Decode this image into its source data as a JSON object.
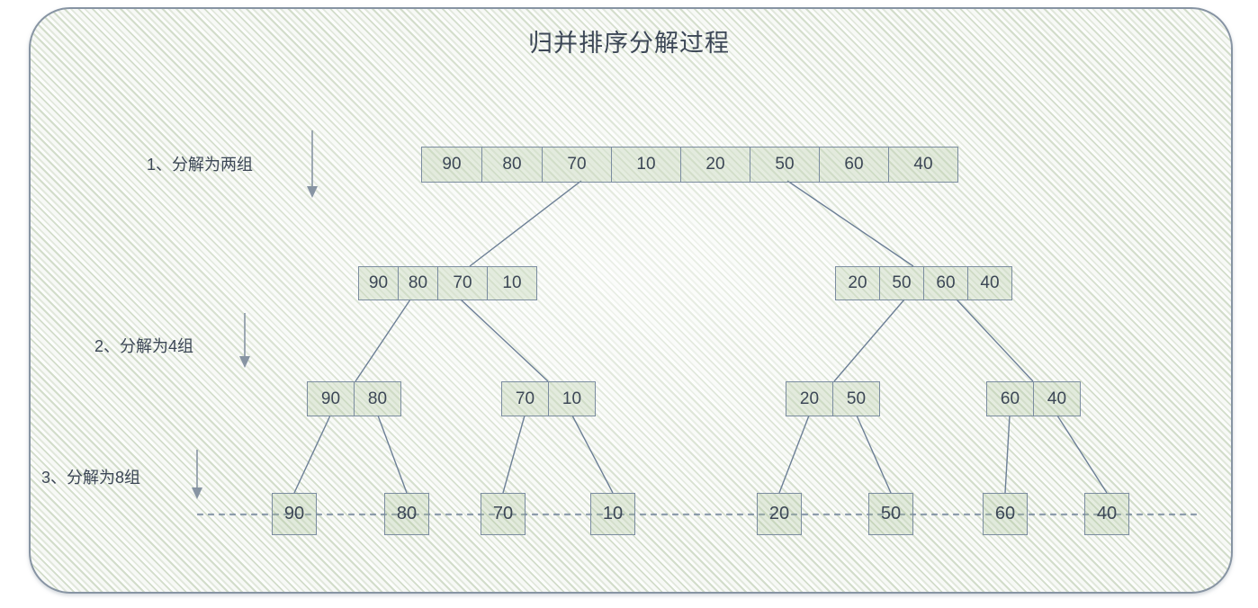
{
  "diagram": {
    "title": "归并排序分解过程",
    "background_color": "#eef1ec",
    "stripe_color": "#a8be96",
    "border_color": "#8794a3",
    "box_fill": "#b0c89e",
    "box_border": "#7b8ca0",
    "text_color": "#3c4756",
    "connector_color": "#6c7f96"
  },
  "steps": [
    {
      "id": "step-1",
      "label": "1、分解为两组"
    },
    {
      "id": "step-2",
      "label": "2、分解为4组"
    },
    {
      "id": "step-3",
      "label": "3、分解为8组"
    }
  ],
  "levels": {
    "level1": {
      "name": "original-array",
      "groups": [
        {
          "values": [
            "90",
            "80",
            "70",
            "10",
            "20",
            "50",
            "60",
            "40"
          ]
        }
      ]
    },
    "level2": {
      "name": "two-groups",
      "groups": [
        {
          "values": [
            "90",
            "80",
            "70",
            "10"
          ]
        },
        {
          "values": [
            "20",
            "50",
            "60",
            "40"
          ]
        }
      ]
    },
    "level3": {
      "name": "four-groups",
      "groups": [
        {
          "values": [
            "90",
            "80"
          ]
        },
        {
          "values": [
            "70",
            "10"
          ]
        },
        {
          "values": [
            "20",
            "50"
          ]
        },
        {
          "values": [
            "60",
            "40"
          ]
        }
      ]
    },
    "level4": {
      "name": "eight-groups",
      "groups": [
        {
          "values": [
            "90"
          ]
        },
        {
          "values": [
            "80"
          ]
        },
        {
          "values": [
            "70"
          ]
        },
        {
          "values": [
            "10"
          ]
        },
        {
          "values": [
            "20"
          ]
        },
        {
          "values": [
            "50"
          ]
        },
        {
          "values": [
            "60"
          ]
        },
        {
          "values": [
            "40"
          ]
        }
      ]
    }
  },
  "chart_data": {
    "type": "diagram",
    "title": "归并排序分解过程",
    "structure": "merge-sort-decomposition-tree",
    "rows": [
      {
        "level": 1,
        "annotation": "1、分解为两组",
        "arrays": [
          [
            "90",
            "80",
            "70",
            "10",
            "20",
            "50",
            "60",
            "40"
          ]
        ]
      },
      {
        "level": 2,
        "annotation": "2、分解为4组",
        "arrays": [
          [
            "90",
            "80",
            "70",
            "10"
          ],
          [
            "20",
            "50",
            "60",
            "40"
          ]
        ]
      },
      {
        "level": 3,
        "annotation": "3、分解为8组",
        "arrays": [
          [
            "90",
            "80"
          ],
          [
            "70",
            "10"
          ],
          [
            "20",
            "50"
          ],
          [
            "60",
            "40"
          ]
        ]
      },
      {
        "level": 4,
        "annotation": "",
        "arrays": [
          [
            "90"
          ],
          [
            "80"
          ],
          [
            "70"
          ],
          [
            "10"
          ],
          [
            "20"
          ],
          [
            "50"
          ],
          [
            "60"
          ],
          [
            "40"
          ]
        ]
      }
    ]
  }
}
